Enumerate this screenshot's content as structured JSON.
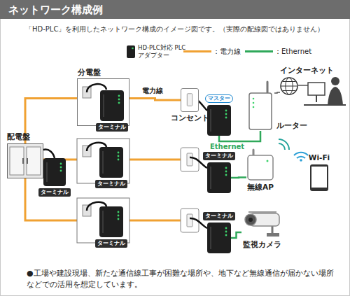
{
  "diagram": {
    "title": "ネットワーク構成例",
    "caption": "●工場や建設現場、新たな通信線工事が困難な場所や、地下など無線通信が届かない場所などでの活用を想定しています。",
    "nodes": [
      {
        "text": [
          "配電盤"
        ]
      },
      {
        "text": [
          "ターミナル"
        ]
      },
      {
        "text": [
          "分電盤"
        ]
      },
      {
        "text": [
          "ターミナル"
        ],
        "in": 2
      },
      {
        "text": [
          "ターミナル"
        ]
      },
      {
        "text": [
          "ターミナル"
        ]
      },
      {
        "text": [
          "コンセント"
        ]
      },
      {
        "text": [
          "マスター"
        ]
      },
      {
        "text": [
          "ルーター"
        ]
      },
      {
        "text": [
          "インターネット"
        ]
      },
      {
        "text": [
          "ターミナル"
        ]
      },
      {
        "text": [
          "無線AP"
        ]
      },
      {
        "text": [
          "Wi-Fi"
        ]
      },
      {
        "text": [
          "ターミナル"
        ]
      },
      {
        "text": [
          "監視カメラ"
        ]
      }
    ],
    "edges": [
      {
        "from": 0,
        "to": 2,
        "arrow": "none"
      },
      {
        "from": 2,
        "to": 6,
        "label": "電力線",
        "arrow": "none"
      },
      {
        "from": 7,
        "to": 8,
        "label": "Ethernet",
        "arrow": "none"
      },
      {
        "from": 8,
        "to": 9,
        "arrow": "none"
      },
      {
        "from": 10,
        "to": 11,
        "arrow": "none"
      },
      {
        "from": 13,
        "to": 14,
        "arrow": "none"
      }
    ],
    "labels": [
      "「HD-PLC」を利用したネットワーク構成のイメージ図です。（実際の配線図ではありません）"
    ],
    "legend": [
      {
        "text": "HD-PLC対応 PLCアダプター"
      },
      {
        "text": "：電力線",
        "color": "#f0a132"
      },
      {
        "text": "：Ethernet",
        "color": "#2fa85a"
      }
    ]
  }
}
